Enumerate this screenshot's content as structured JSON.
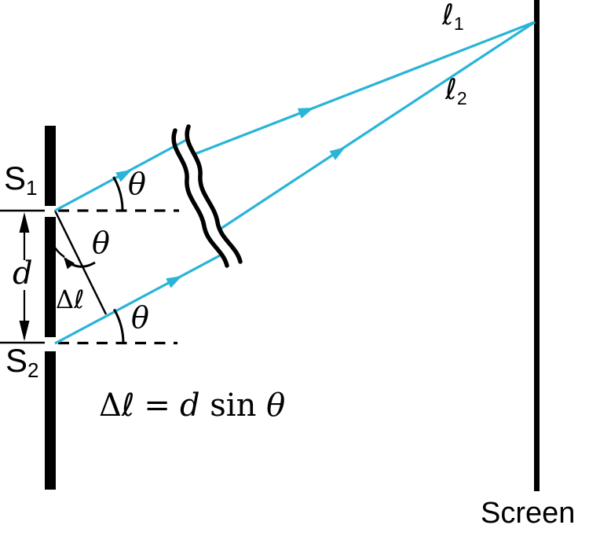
{
  "figure": {
    "slit1": {
      "base": "S",
      "sub": "1"
    },
    "slit2": {
      "base": "S",
      "sub": "2"
    },
    "slit_separation": "d",
    "angle_theta": "θ",
    "path_difference": "Δ",
    "path_difference_ell": "ℓ",
    "path_length_1": {
      "base": "ℓ",
      "sub": "1"
    },
    "path_length_2": {
      "base": "ℓ",
      "sub": "2"
    },
    "screen_label": "Screen",
    "formula": {
      "delta": "Δ",
      "ell": "ℓ",
      "eq": "=",
      "d": "d",
      "sin": "sin",
      "theta": "θ"
    }
  },
  "colors": {
    "ray": "#29b4d8",
    "ink": "#000000"
  }
}
